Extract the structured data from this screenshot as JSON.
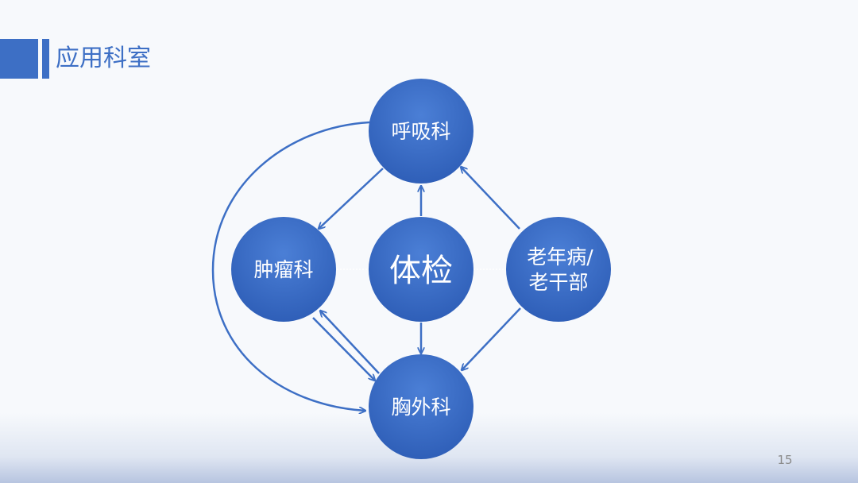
{
  "slide": {
    "title": "应用科室",
    "page_number": "15"
  },
  "diagram": {
    "nodes": {
      "center": "体检",
      "top": "呼吸科",
      "left": "肿瘤科",
      "right_line1": "老年病/",
      "right_line2": "老干部",
      "bottom": "胸外科"
    }
  },
  "colors": {
    "accent": "#3d6fc5",
    "node_fill": "#3366c8"
  }
}
